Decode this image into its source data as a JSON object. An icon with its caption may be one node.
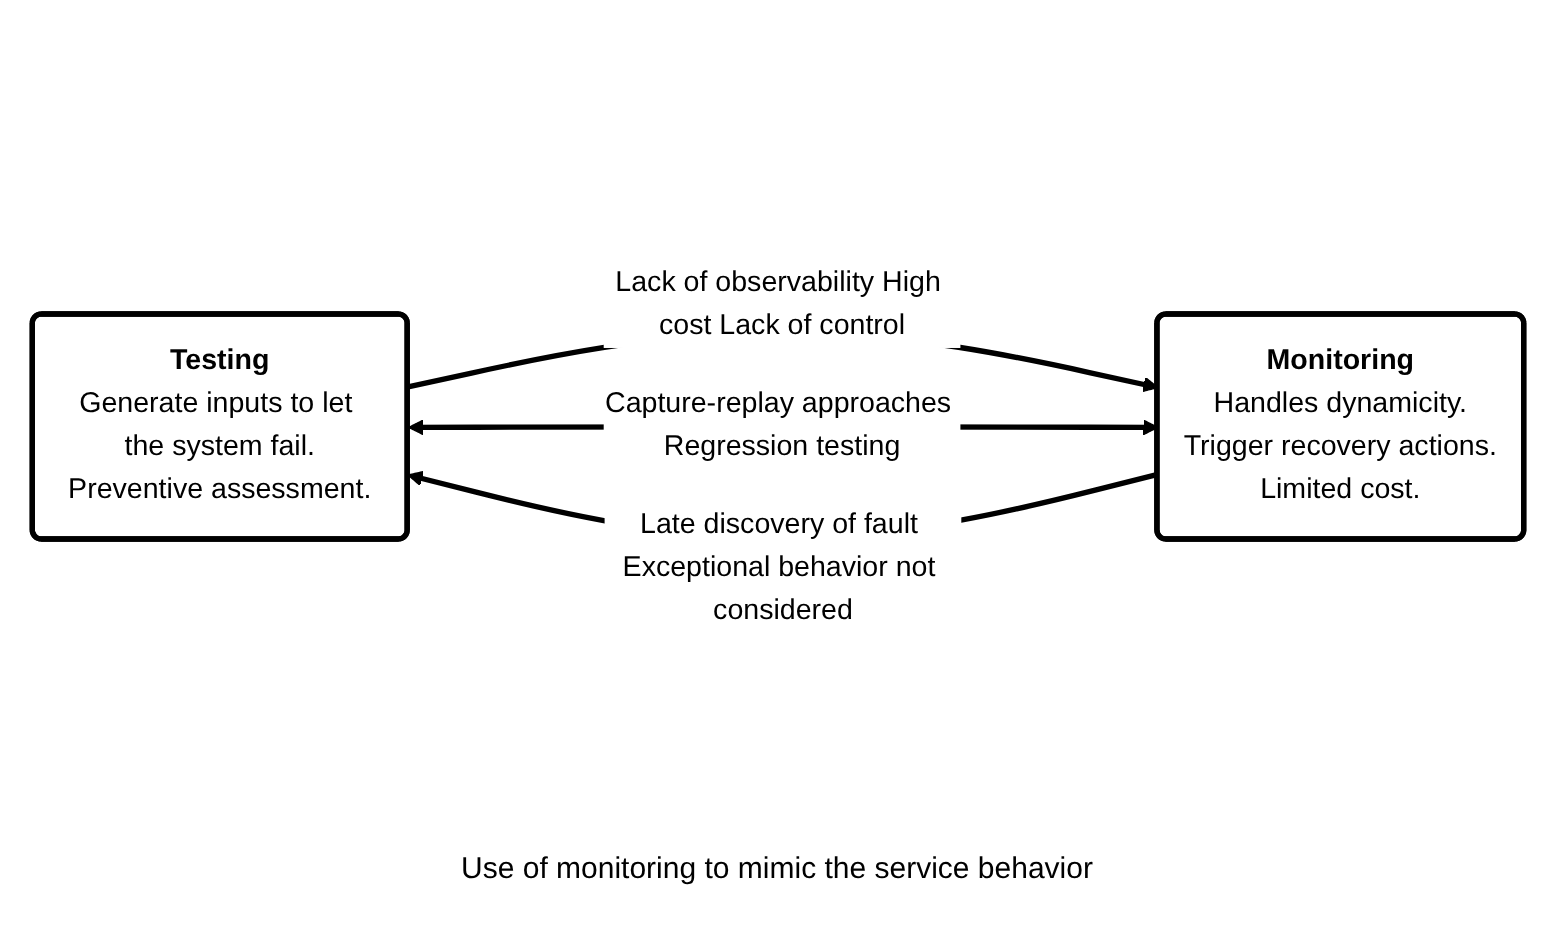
{
  "diagram": {
    "nodes": [
      {
        "text": [
          "Testing",
          "Generate inputs to let the system fail.",
          "Preventive assessment."
        ]
      },
      {
        "text": [
          "Monitoring",
          "Handles dynamicity.",
          "Trigger recovery actions.",
          "Limited cost."
        ]
      }
    ],
    "edges": [
      {
        "from": 0,
        "to": 1,
        "arrow": "to",
        "label": "Lack of observability High cost Lack of control"
      },
      {
        "from": 0,
        "to": 1,
        "arrow": "both",
        "label": "Capture-replay approaches Regression testing"
      },
      {
        "from": 1,
        "to": 0,
        "arrow": "to",
        "label": "Late discovery of fault Exceptional behavior not considered"
      }
    ],
    "labels": [
      "Use of monitoring to mimic the service behavior"
    ]
  }
}
